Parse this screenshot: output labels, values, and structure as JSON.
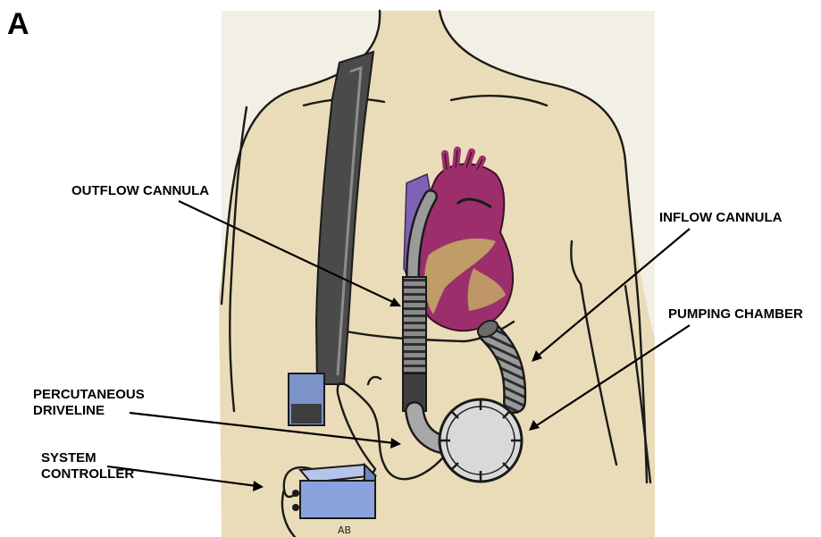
{
  "panel_letter": "A",
  "labels": {
    "outflow_cannula": "OUTFLOW CANNULA",
    "inflow_cannula": "INFLOW CANNULA",
    "pumping_chamber": "PUMPING CHAMBER",
    "percutaneous_line1": "PERCUTANEOUS",
    "percutaneous_line2": "DRIVELINE",
    "system_line1": "SYSTEM",
    "system_line2": "CONTROLLER"
  },
  "artist_initials": "AB",
  "colors": {
    "paper": "#f2efe4",
    "skin": "#eadcb8",
    "heart": "#9c2f6b",
    "heart_muscle": "#c4a866",
    "vein": "#7e62b3",
    "pump": "#d9d9d9",
    "controller": "#8aa3dc",
    "strap": "#4a4a4a"
  }
}
